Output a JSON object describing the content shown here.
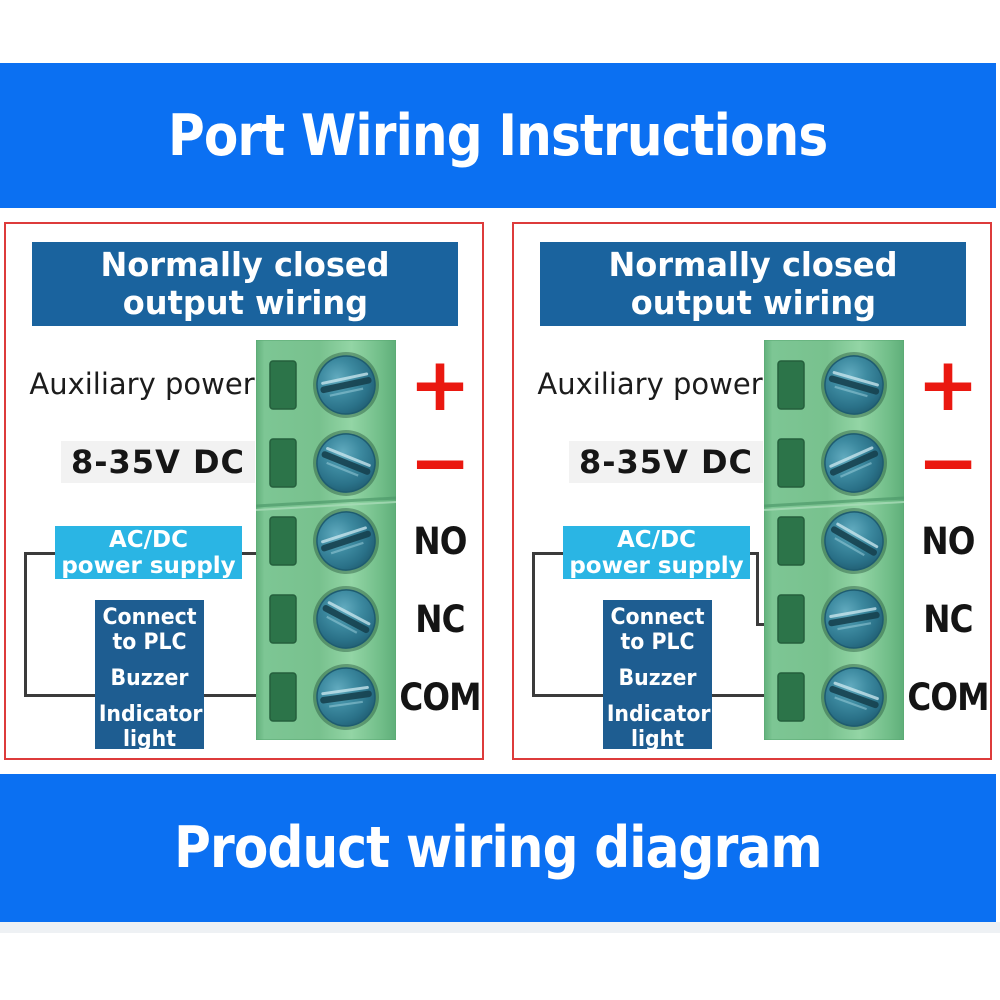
{
  "top_banner": {
    "text": "Port Wiring Instructions",
    "bg_color": "#0b70f2"
  },
  "bottom_banner": {
    "text": "Product wiring diagram",
    "bg_color": "#0b70f2"
  },
  "colors": {
    "banner_blue": "#0b70f2",
    "panel_border_red": "#dd3b3b",
    "header_blue": "#1a639e",
    "supply_box_blue": "#2ab5e4",
    "load_box_blue": "#1e5d91",
    "symbol_red": "#ea1810",
    "terminal_green": "#78c18e",
    "screw_teal": "#3d8aa0",
    "wire_gray": "#3b3b3b"
  },
  "panels": [
    {
      "title_line1": "Normally closed",
      "title_line2": "output wiring",
      "aux_power_label": "Auxiliary power",
      "voltage_label": "8-35V DC",
      "plus_label": "+",
      "minus_label": "−",
      "terminal_labels": {
        "no": "NO",
        "nc": "NC",
        "com": "COM"
      },
      "supply_box_line1": "AC/DC",
      "supply_box_line2": "power supply",
      "load_box_lines": [
        "Connect",
        "to PLC",
        "Buzzer",
        "Indicator",
        "light"
      ],
      "supply_wire_connects_to": "NO"
    },
    {
      "title_line1": "Normally closed",
      "title_line2": "output wiring",
      "aux_power_label": "Auxiliary power",
      "voltage_label": "8-35V DC",
      "plus_label": "+",
      "minus_label": "−",
      "terminal_labels": {
        "no": "NO",
        "nc": "NC",
        "com": "COM"
      },
      "supply_box_line1": "AC/DC",
      "supply_box_line2": "power supply",
      "load_box_lines": [
        "Connect",
        "to PLC",
        "Buzzer",
        "Indicator",
        "light"
      ],
      "supply_wire_connects_to": "NC"
    }
  ]
}
